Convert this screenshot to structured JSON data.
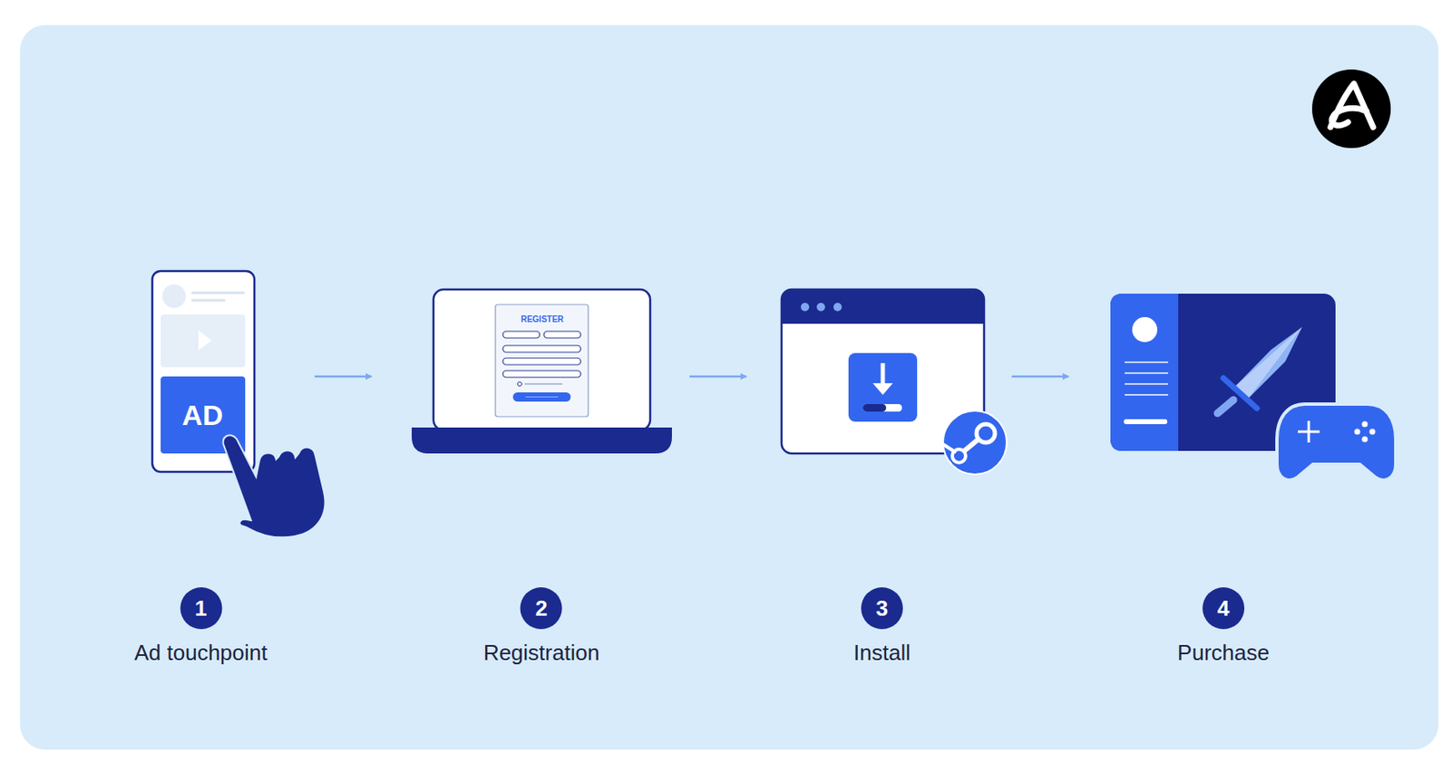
{
  "diagram": {
    "nodes": [
      {
        "text": [
          "1",
          "Ad touchpoint"
        ]
      },
      {
        "text": [
          "2",
          "Registration"
        ]
      },
      {
        "text": [
          "3",
          "Install"
        ]
      },
      {
        "text": [
          "4",
          "Purchase"
        ]
      }
    ],
    "edges": [
      {
        "from": 0,
        "to": 1,
        "arrow": "to"
      },
      {
        "from": 1,
        "to": 2,
        "arrow": "to"
      },
      {
        "from": 2,
        "to": 3,
        "arrow": "to"
      }
    ],
    "labels": [
      "AD",
      "REGISTER"
    ]
  }
}
